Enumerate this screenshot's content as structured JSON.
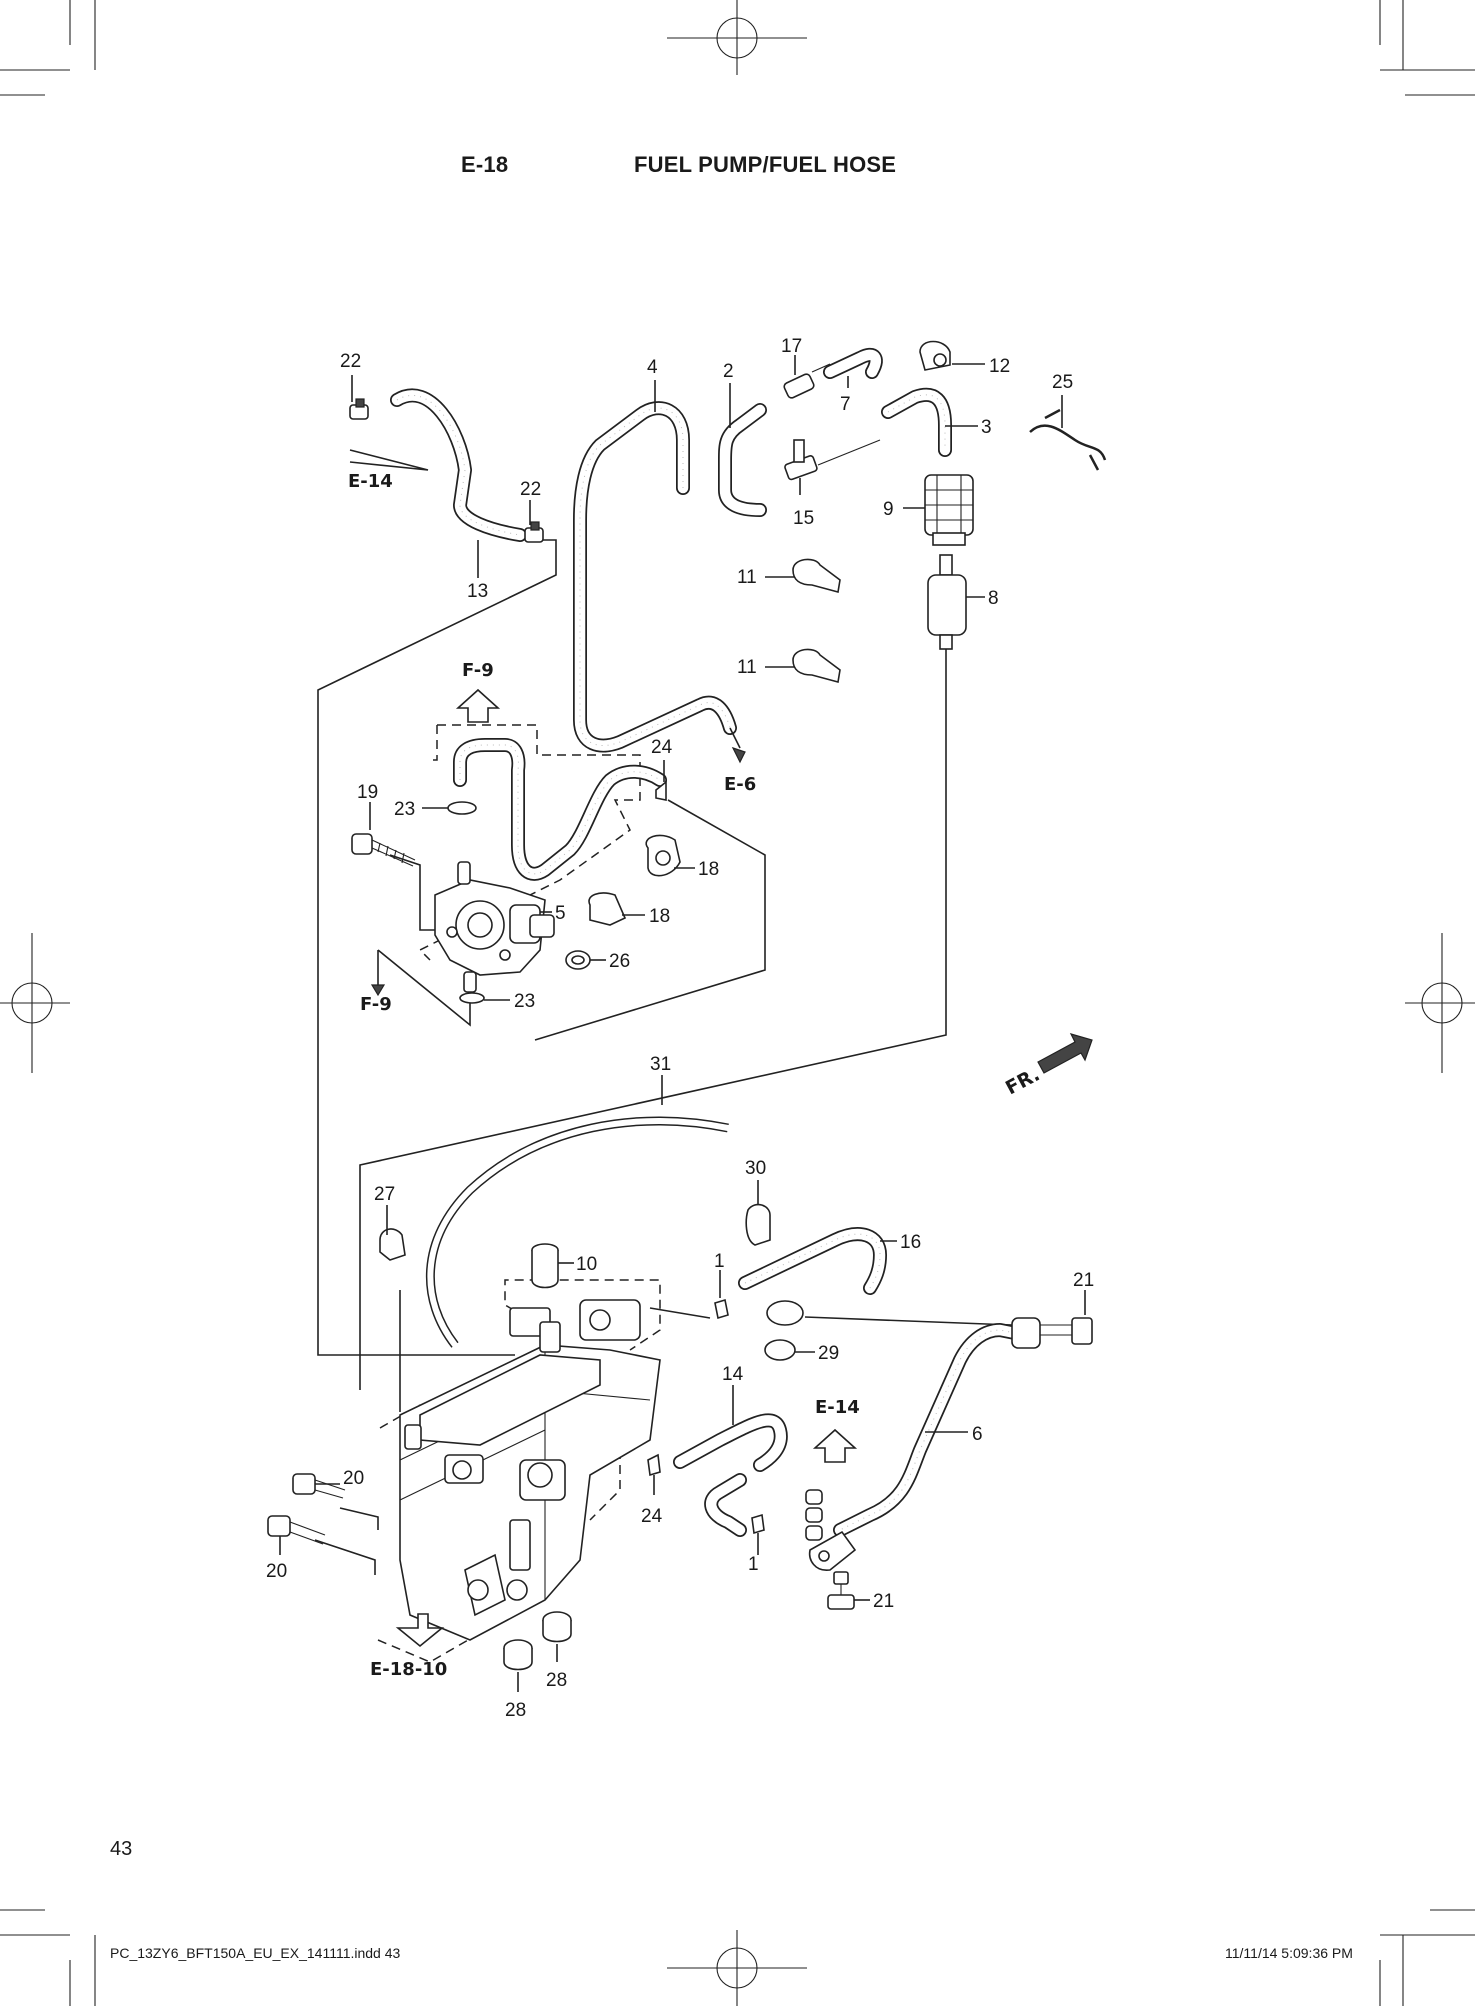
{
  "header": {
    "code": "E-18",
    "title": "FUEL PUMP/FUEL HOSE"
  },
  "page_number": "43",
  "footer": {
    "file": "PC_13ZY6_BFT150A_EU_EX_141111.indd   43",
    "timestamp": "11/11/14   5:09:36 PM"
  },
  "references": [
    "E-14",
    "F-9",
    "E-6",
    "F-9",
    "E-14",
    "E-18-10"
  ],
  "fr_label": "FR.",
  "callouts": [
    "22",
    "4",
    "2",
    "17",
    "12",
    "25",
    "7",
    "3",
    "22",
    "15",
    "9",
    "13",
    "11",
    "8",
    "11",
    "24",
    "19",
    "23",
    "18",
    "5",
    "18",
    "26",
    "23",
    "31",
    "30",
    "27",
    "10",
    "16",
    "1",
    "21",
    "29",
    "14",
    "6",
    "20",
    "24",
    "1",
    "20",
    "21",
    "28",
    "28"
  ]
}
